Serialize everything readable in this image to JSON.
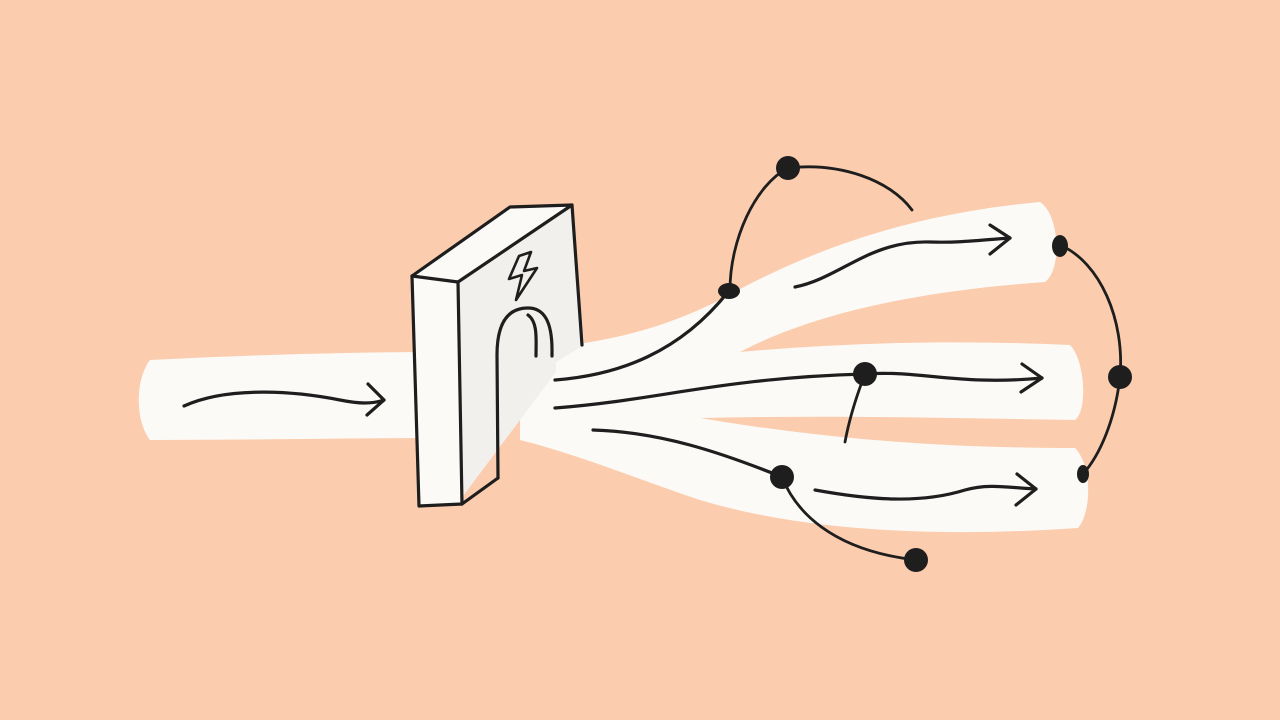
{
  "colors": {
    "background": "#fbcdae",
    "stream": "#fcfaf7",
    "ink": "#1e1e1e",
    "gate_side": "#f2f0ec"
  },
  "diagram": {
    "description_icon": "lightning-bolt-icon",
    "input_streams": 1,
    "output_streams": 3,
    "node_count": 8
  }
}
